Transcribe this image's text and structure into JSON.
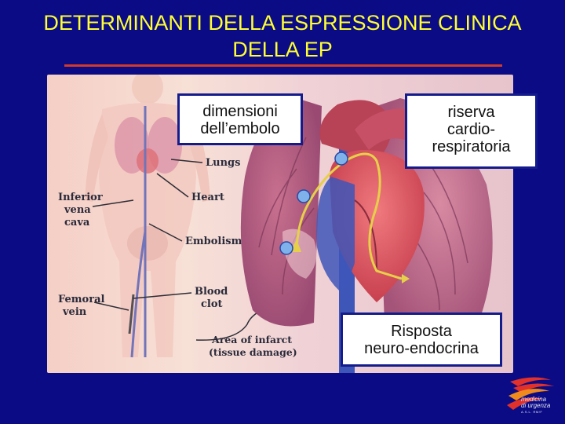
{
  "slide": {
    "title_line1": "DETERMINANTI DELLA ESPRESSIONE CLINICA",
    "title_line2": "DELLA EP"
  },
  "figure_labels": {
    "lungs": "Lungs",
    "heart": "Heart",
    "inferior_line1": "Inferior",
    "inferior_line2": "vena",
    "inferior_line3": "cava",
    "embolism": "Embolism",
    "blood_line1": "Blood",
    "blood_line2": "clot",
    "femoral_line1": "Femoral",
    "femoral_line2": "vein",
    "area_line1": "Area of infarct",
    "area_line2": "(tissue damage)"
  },
  "callouts": {
    "embolus_line1": "dimensioni",
    "embolus_line2": "dell’embolo",
    "reserve_line1": "riserva",
    "reserve_line2": "cardio-",
    "reserve_line3": "respiratoria",
    "response_line1": "Risposta",
    "response_line2": "neuro-endocrina"
  },
  "logo": {
    "line1": "medicina",
    "line2": "di urgenza",
    "line3": "A.S.L. RM/F"
  },
  "colors": {
    "background": "#0b0b86",
    "title": "#ffff33",
    "rule": "#d23a2a",
    "callout_border": "#141c8c",
    "marker_dot": "#7fb2ea"
  }
}
